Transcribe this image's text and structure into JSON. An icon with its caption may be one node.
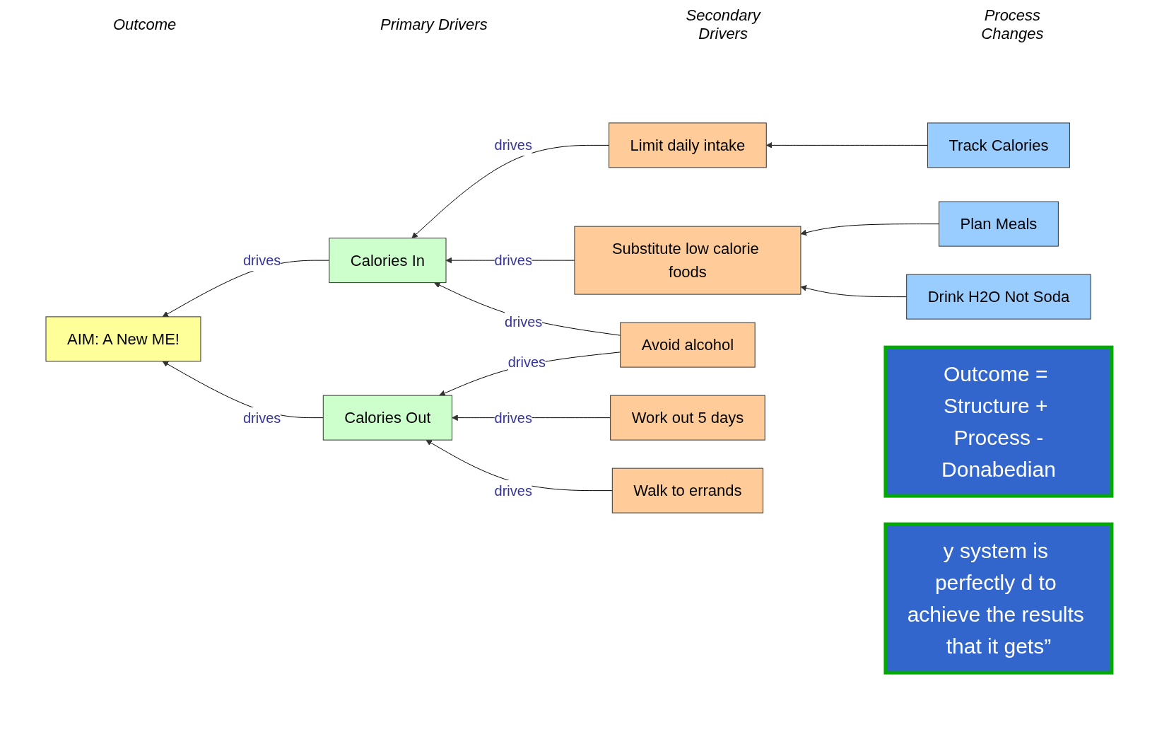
{
  "diagram": {
    "nodes": [
      {
        "text": [
          "AIM: A New ME!"
        ]
      },
      {
        "text": [
          "Calories In"
        ]
      },
      {
        "text": [
          "Calories Out"
        ]
      },
      {
        "text": [
          "Limit daily intake"
        ]
      },
      {
        "text": [
          "Substitute low calorie foods"
        ]
      },
      {
        "text": [
          "Avoid alcohol"
        ]
      },
      {
        "text": [
          "Work out 5 days"
        ]
      },
      {
        "text": [
          "Walk to errands"
        ]
      },
      {
        "text": [
          "Track Calories"
        ]
      },
      {
        "text": [
          "Plan Meals"
        ]
      },
      {
        "text": [
          "Drink H2O Not Soda"
        ]
      },
      {
        "text": [
          "Outcome = Structure + Process -Donabedian"
        ]
      },
      {
        "text": [
          "y system is perfectly d to achieve the results that it gets”"
        ]
      }
    ],
    "edges": [
      {
        "from": 8,
        "to": 3,
        "arrow": "to"
      },
      {
        "from": 9,
        "to": 4,
        "arrow": "to"
      },
      {
        "from": 10,
        "to": 4,
        "arrow": "to"
      },
      {
        "from": 3,
        "to": 1,
        "arrow": "to",
        "label": "drives"
      },
      {
        "from": 4,
        "to": 1,
        "arrow": "to",
        "label": "drives"
      },
      {
        "from": 5,
        "to": 1,
        "arrow": "to",
        "label": "drives"
      },
      {
        "from": 5,
        "to": 2,
        "arrow": "to",
        "label": "drives"
      },
      {
        "from": 6,
        "to": 2,
        "arrow": "to",
        "label": "drives"
      },
      {
        "from": 7,
        "to": 2,
        "arrow": "to",
        "label": "drives"
      },
      {
        "from": 1,
        "to": 0,
        "arrow": "to",
        "label": "drives"
      },
      {
        "from": 2,
        "to": 0,
        "arrow": "to",
        "label": "drives"
      }
    ],
    "labels": [
      "Outcome",
      "Primary Drivers",
      "Secondary Drivers",
      "Process Changes"
    ]
  }
}
